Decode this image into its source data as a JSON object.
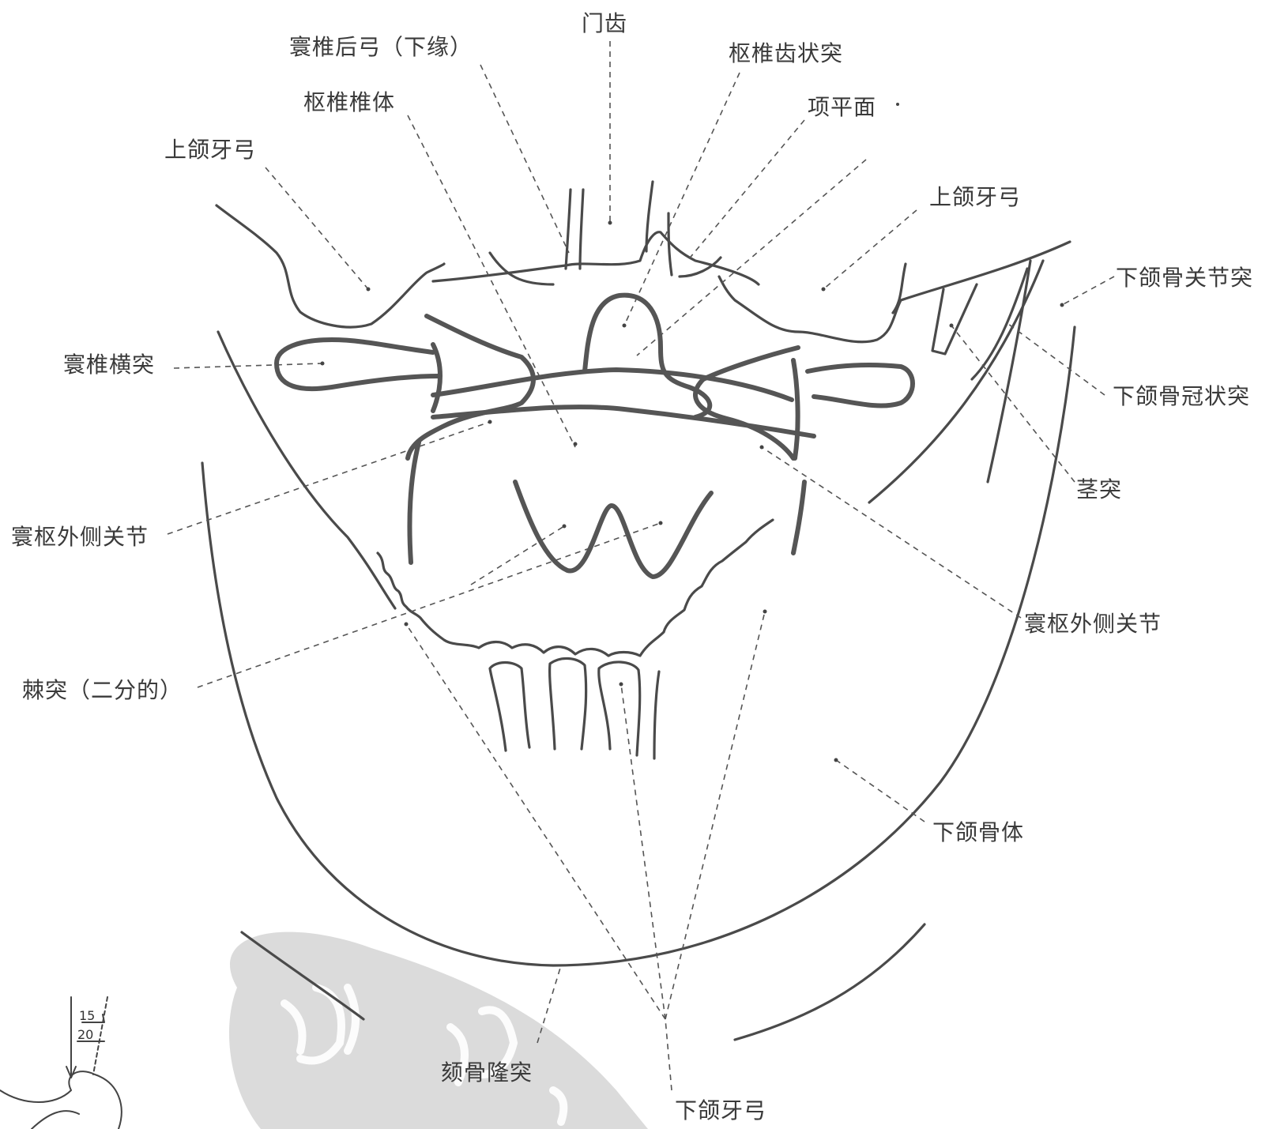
{
  "labels": {
    "incisors": "门齿",
    "atlas_posterior_arch": "寰椎后弓（下缘）",
    "axis_dens": "枢椎齿状突",
    "axis_body": "枢椎椎体",
    "nuchal_plane": "项平面",
    "maxillary_arch_left": "上颌牙弓",
    "maxillary_arch_right": "上颌牙弓",
    "mandible_condyle": "下颌骨关节突",
    "atlas_transverse": "寰椎横突",
    "mandible_coronoid": "下颌骨冠状突",
    "styloid": "茎突",
    "atlantoaxial_lateral_left": "寰枢外侧关节",
    "atlantoaxial_lateral_right": "寰枢外侧关节",
    "spinous_bifid": "棘突（二分的）",
    "mandible_body": "下颌骨体",
    "mental_protuberance": "颏骨隆突",
    "mandibular_arch": "下颌牙弓"
  },
  "inset": {
    "angle_a": "15",
    "angle_b": "20"
  },
  "colors": {
    "line": "#4a4a4a",
    "watermark": "#c8c8c8"
  }
}
